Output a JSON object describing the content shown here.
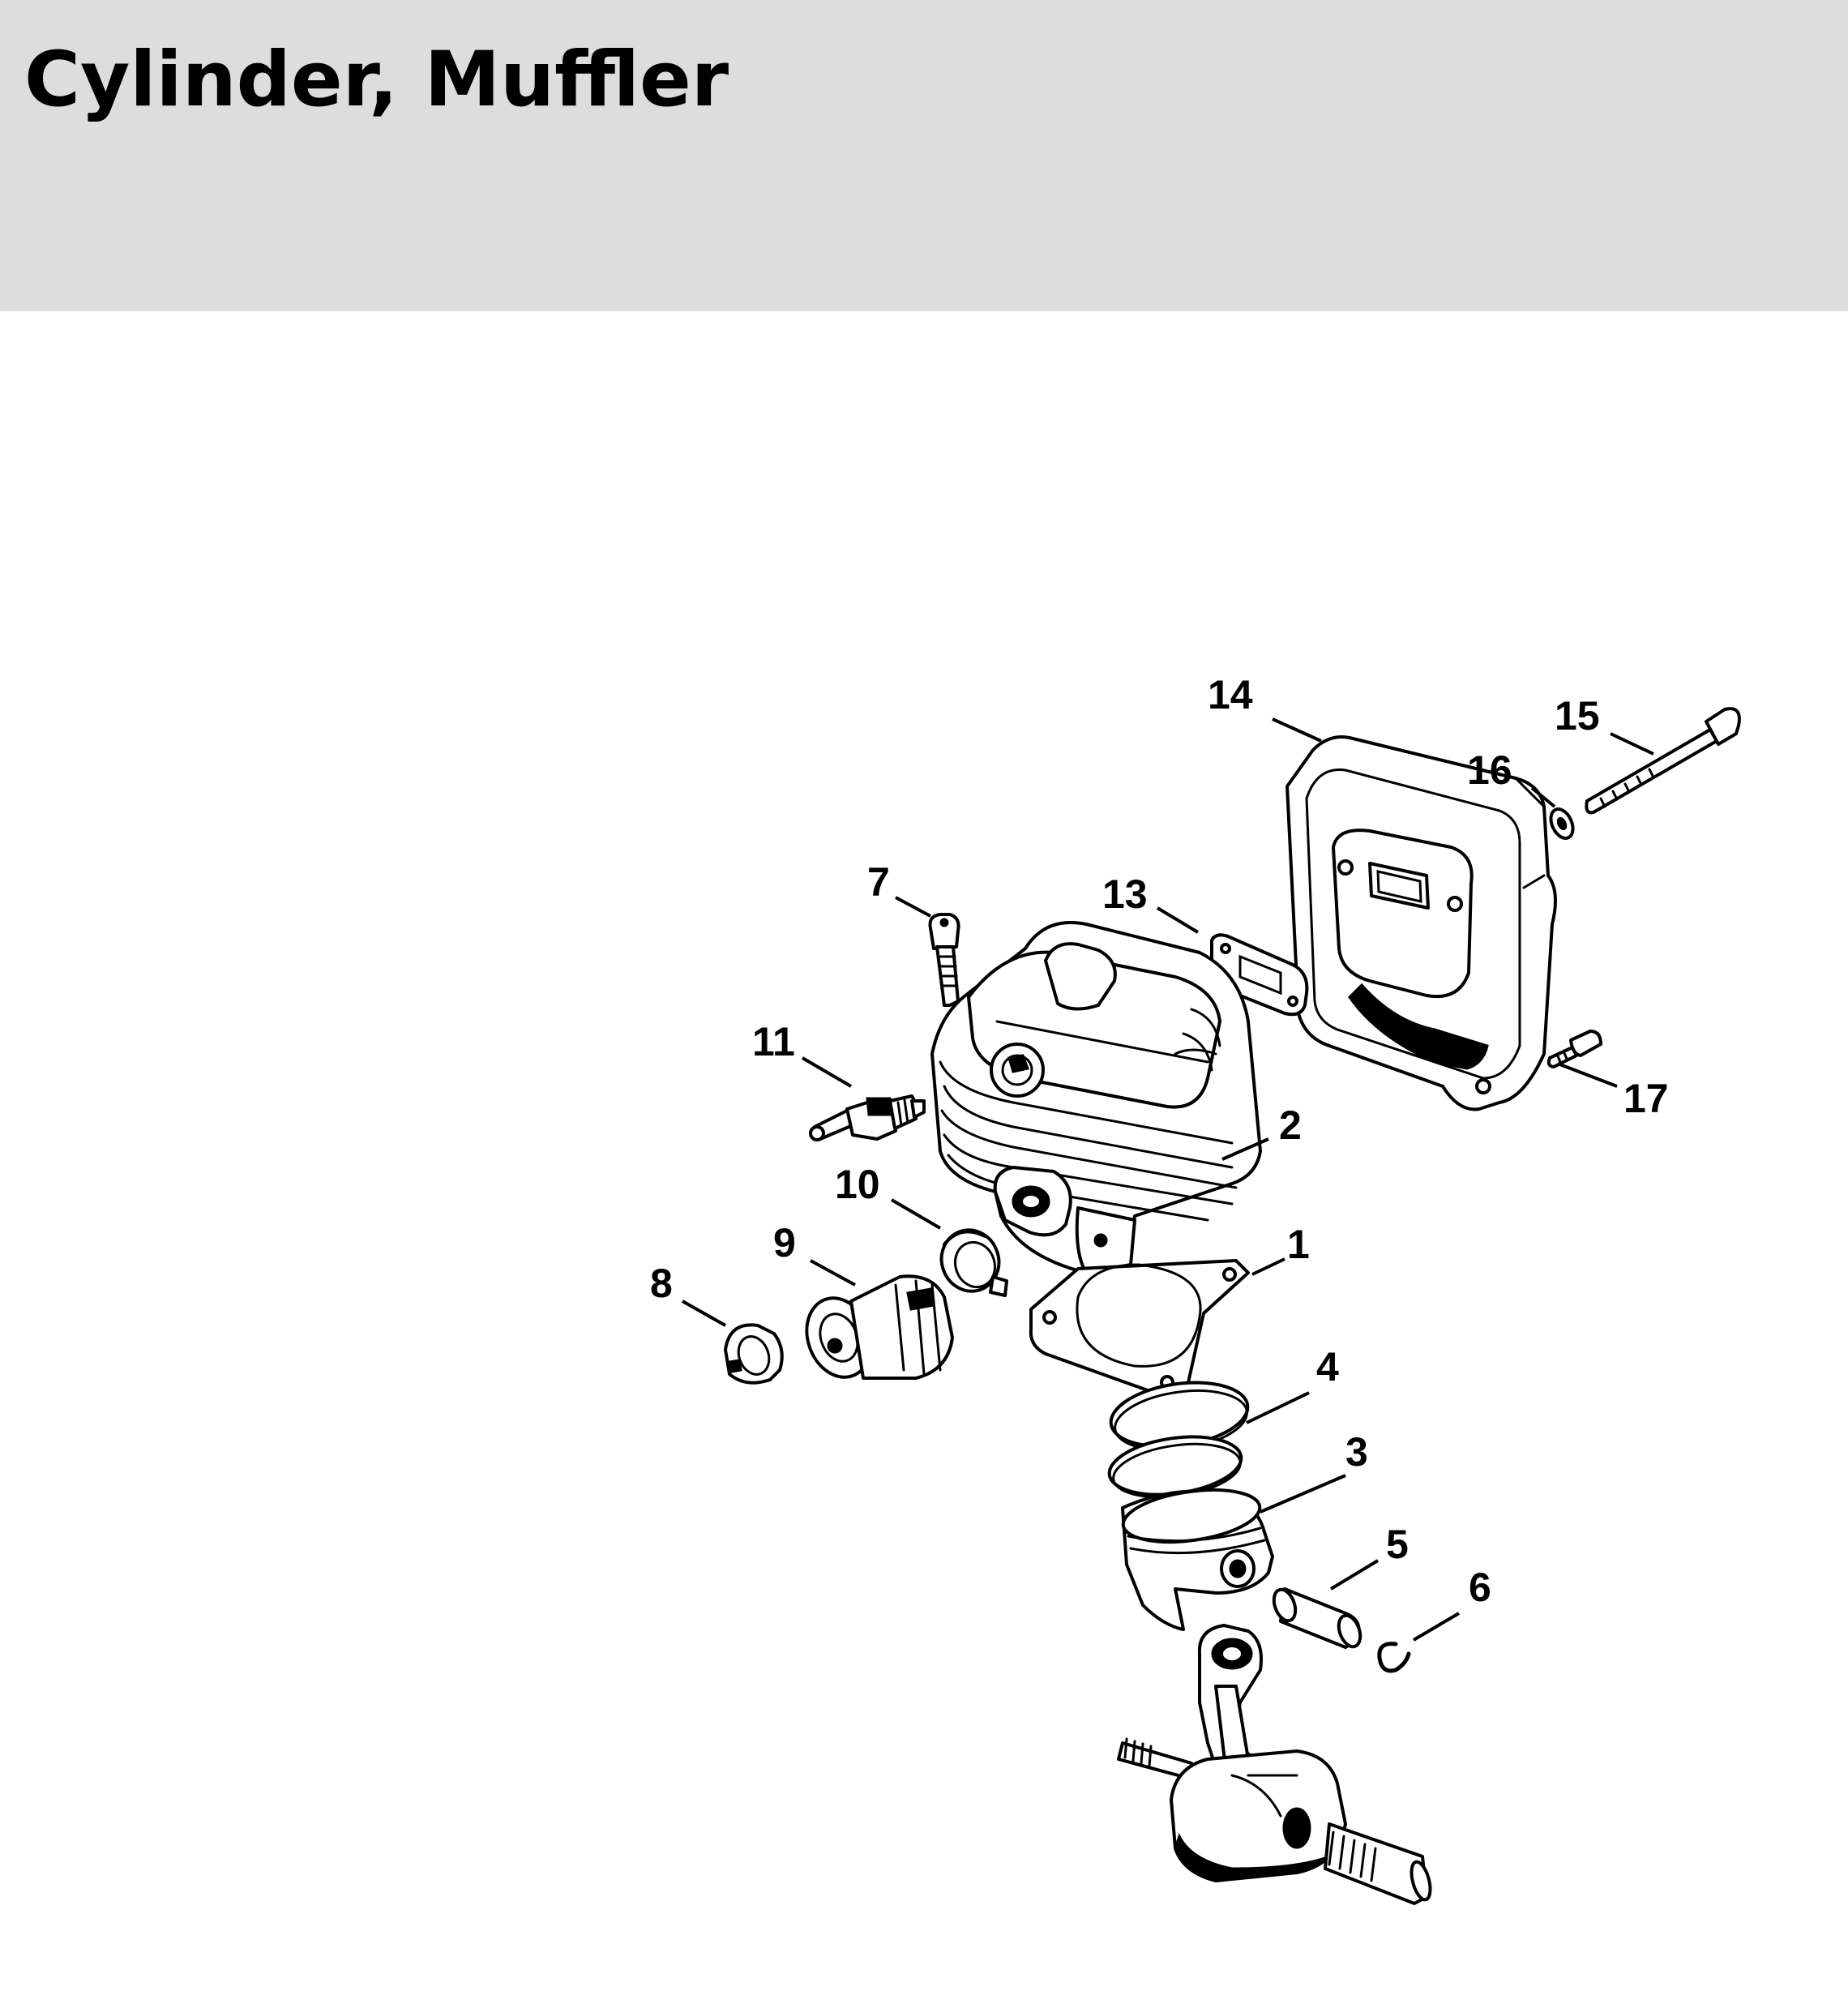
{
  "header": {
    "title": "Cylinder, Muffler"
  },
  "diagram": {
    "callouts": [
      {
        "id": "1",
        "label": "1"
      },
      {
        "id": "2",
        "label": "2"
      },
      {
        "id": "3",
        "label": "3"
      },
      {
        "id": "4",
        "label": "4"
      },
      {
        "id": "5",
        "label": "5"
      },
      {
        "id": "6",
        "label": "6"
      },
      {
        "id": "7",
        "label": "7"
      },
      {
        "id": "8",
        "label": "8"
      },
      {
        "id": "9",
        "label": "9"
      },
      {
        "id": "10",
        "label": "10"
      },
      {
        "id": "11",
        "label": "11"
      },
      {
        "id": "13",
        "label": "13"
      },
      {
        "id": "14",
        "label": "14"
      },
      {
        "id": "15",
        "label": "15"
      },
      {
        "id": "16",
        "label": "16"
      },
      {
        "id": "17",
        "label": "17"
      }
    ],
    "colors": {
      "header_bg": "#dcdddc",
      "ink": "#000000",
      "paper": "#ffffff"
    }
  }
}
